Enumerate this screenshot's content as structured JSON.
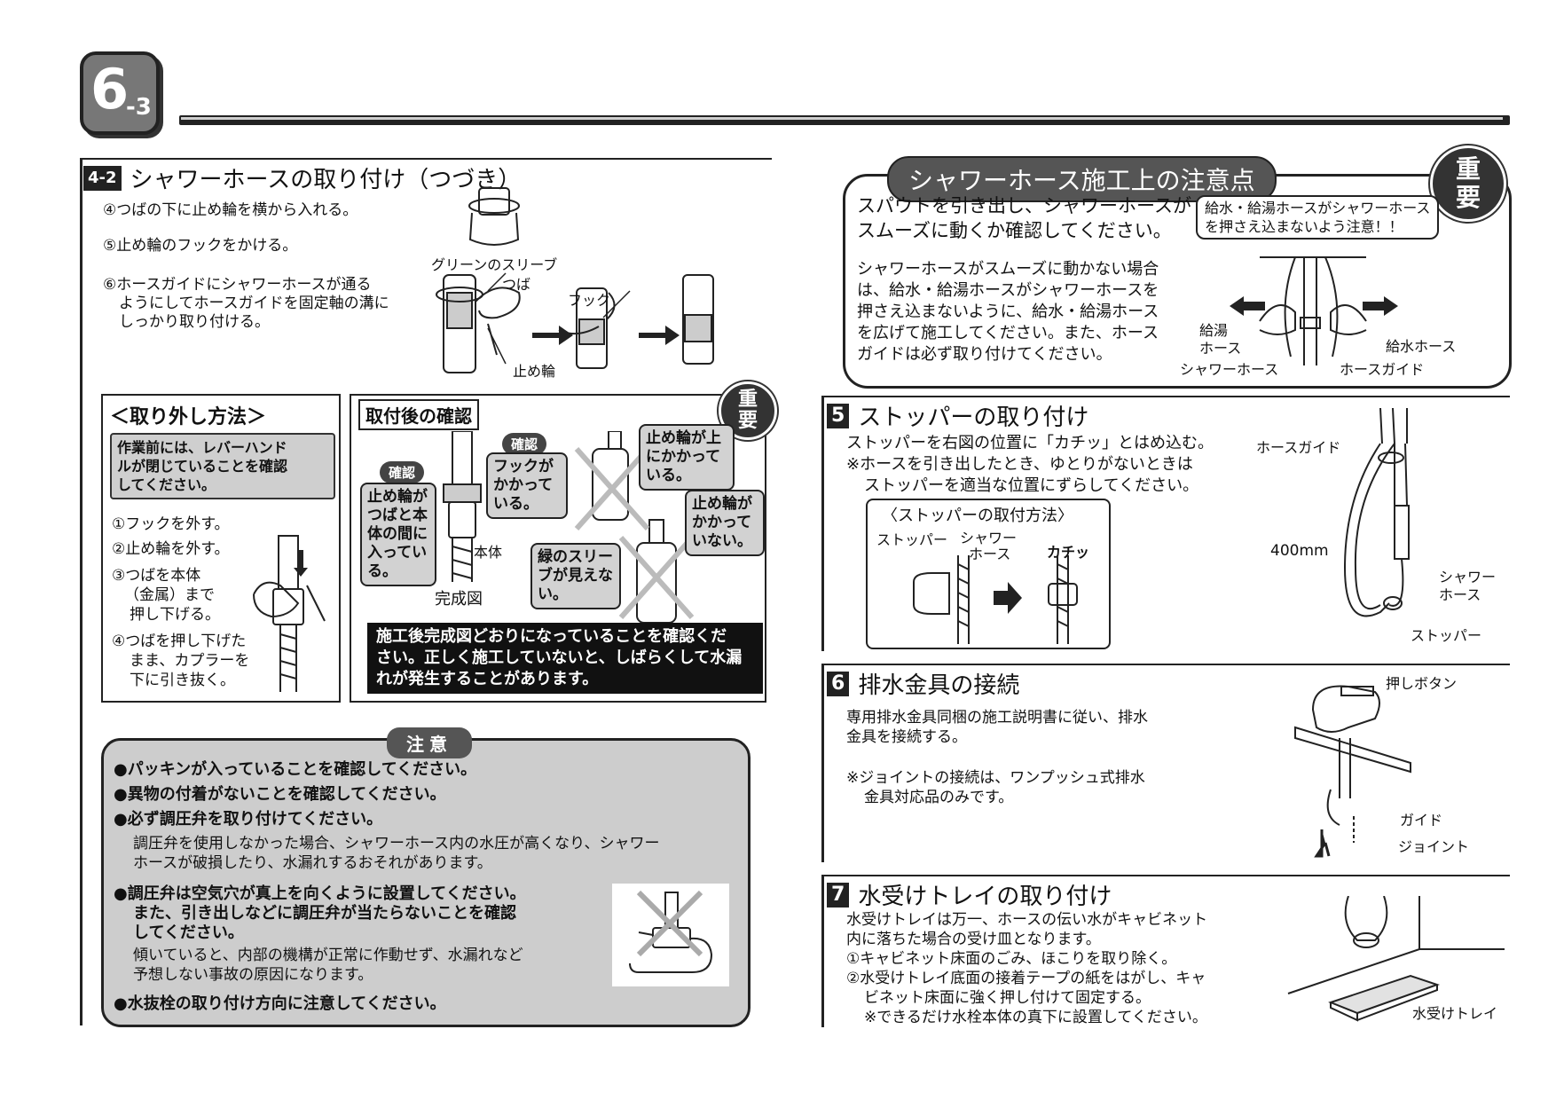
{
  "page": {
    "number": "6",
    "sub": "-3"
  },
  "s42": {
    "num": "4-2",
    "title": "シャワーホースの取り付け（つづき）",
    "steps": [
      "④つばの下に止め輪を横から入れる。",
      "⑤止め輪のフックをかける。",
      "⑥ホースガイドにシャワーホースが通る",
      "ようにしてホースガイドを固定軸の溝に",
      "しっかり取り付ける。"
    ],
    "labels": {
      "sleeve": "グリーンのスリーブ",
      "tsuba": "つば",
      "hook": "フック",
      "ring": "止め輪"
    }
  },
  "removal": {
    "title": "＜取り外し方法＞",
    "note": [
      "作業前には、レバーハンド",
      "ルが閉じていることを確認",
      "してください。"
    ],
    "steps": [
      "①フックを外す。",
      "②止め輪を外す。",
      "③つばを本体",
      "（金属）まで",
      "押し下げる。",
      "④つばを押し下げた",
      "まま、カプラーを",
      "下に引き抜く。"
    ]
  },
  "check": {
    "title": "取付後の確認",
    "juyo": [
      "重",
      "要"
    ],
    "pill": "確認",
    "bubble1": [
      "止め輪が",
      "つばと本",
      "体の間に",
      "入ってい",
      "る。"
    ],
    "bubble2": [
      "フックが",
      "かかって",
      "いる。"
    ],
    "body_label": "本体",
    "done_label": "完成図",
    "bad1": [
      "止め輪が上",
      "にかかって",
      "いる。"
    ],
    "bad2": [
      "止め輪が",
      "かかって",
      "いない。"
    ],
    "bad3": [
      "緑のスリー",
      "ブが見えな",
      "い。"
    ],
    "warning": [
      "施工後完成図どおりになっていることを確認くだ",
      "さい。正しく施工していないと、しばらくして水漏",
      "れが発生することがあります。"
    ]
  },
  "caution": {
    "title": "注意",
    "items": [
      {
        "head": "●パッキンが入っていることを確認してください。",
        "body": []
      },
      {
        "head": "●異物の付着がないことを確認してください。",
        "body": []
      },
      {
        "head": "●必ず調圧弁を取り付けてください。",
        "body": [
          "調圧弁を使用しなかった場合、シャワーホース内の水圧が高くなり、シャワー",
          "ホースが破損したり、水漏れするおそれがあります。"
        ]
      },
      {
        "head": "●調圧弁は空気穴が真上を向くように設置してください。",
        "head2": [
          "また、引き出しなどに調圧弁が当たらないことを確認",
          "してください。"
        ],
        "body": [
          "傾いていると、内部の機構が正常に作動せず、水漏れなど",
          "予想しない事故の原因になります。"
        ]
      },
      {
        "head": "●水抜栓の取り付け方向に注意してください。",
        "body": []
      }
    ]
  },
  "notice": {
    "title": "シャワーホース施工上の注意点",
    "juyo": [
      "重",
      "要"
    ],
    "lead": [
      "スパウトを引き出し、シャワーホースが",
      "スムーズに動くか確認してください。"
    ],
    "body": [
      "シャワーホースがスムーズに動かない場合",
      "は、給水・給湯ホースがシャワーホースを",
      "押さえ込まないように、給水・給湯ホース",
      "を広げて施工してください。また、ホース",
      "ガイドは必ず取り付けてください。"
    ],
    "callout": [
      "給水・給湯ホースがシャワーホース",
      "を押さえ込まないよう注意！！"
    ],
    "labels": {
      "hot": "給湯",
      "hot2": "ホース",
      "cold": "給水ホース",
      "shower": "シャワーホース",
      "guide": "ホースガイド"
    }
  },
  "s5": {
    "num": "5",
    "title": "ストッパーの取り付け",
    "text": [
      "ストッパーを右図の位置に「カチッ」とはめ込む。",
      "※ホースを引き出したとき、ゆとりがないときは",
      "ストッパーを適当な位置にずらしてください。"
    ],
    "method_title": "〈ストッパーの取付方法〉",
    "m_stopper": "ストッパー",
    "m_hose": [
      "シャワー",
      "ホース"
    ],
    "m_click": "カチッ",
    "labels": {
      "guide": "ホースガイド",
      "len": "400mm",
      "shower": [
        "シャワー",
        "ホース"
      ],
      "stopper": "ストッパー"
    }
  },
  "s6": {
    "num": "6",
    "title": "排水金具の接続",
    "text": [
      "専用排水金具同梱の施工説明書に従い、排水",
      "金具を接続する。"
    ],
    "note": [
      "※ジョイントの接続は、ワンプッシュ式排水",
      "金具対応品のみです。"
    ],
    "labels": {
      "push": "押しボタン",
      "guide": "ガイド",
      "joint": "ジョイント"
    }
  },
  "s7": {
    "num": "7",
    "title": "水受けトレイの取り付け",
    "text": [
      "水受けトレイは万一、ホースの伝い水がキャビネット",
      "内に落ちた場合の受け皿となります。",
      "①キャビネット床面のごみ、ほこりを取り除く。",
      "②水受けトレイ底面の接着テープの紙をはがし、キャ",
      "ビネット床面に強く押し付けて固定する。",
      "※できるだけ水栓本体の真下に設置してください。"
    ],
    "labels": {
      "tray": "水受けトレイ"
    }
  }
}
